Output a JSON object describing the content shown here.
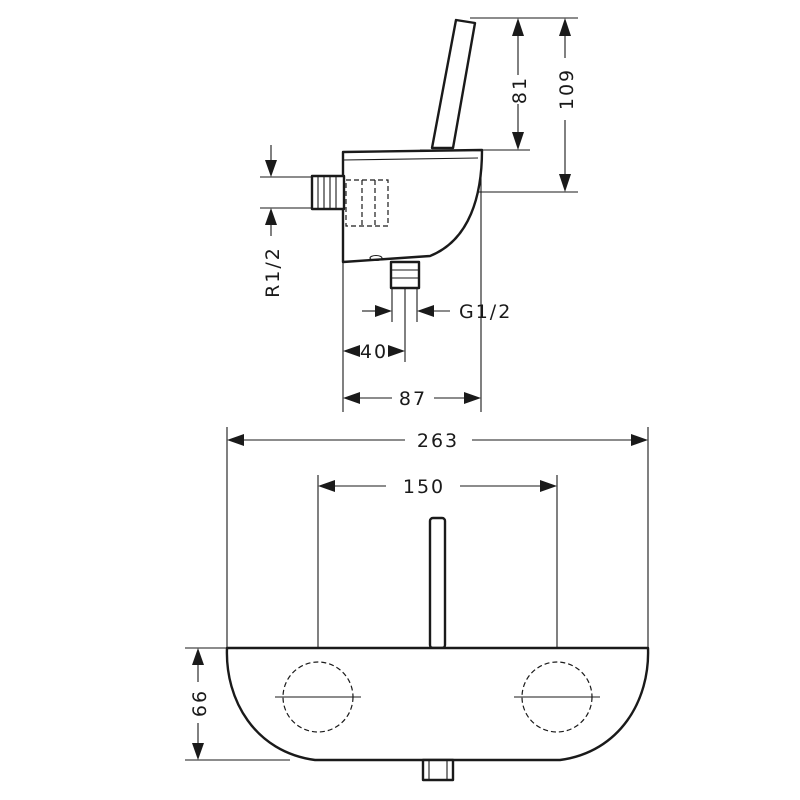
{
  "dimensions": {
    "handle_height": "81",
    "total_height": "109",
    "inlet_thread": "R1/2",
    "outlet_thread": "G1/2",
    "outlet_offset": "40",
    "projection": "87",
    "total_width": "263",
    "centre_distance": "150",
    "body_height": "66"
  },
  "colors": {
    "line": "#1a1a1a",
    "background": "#ffffff"
  }
}
